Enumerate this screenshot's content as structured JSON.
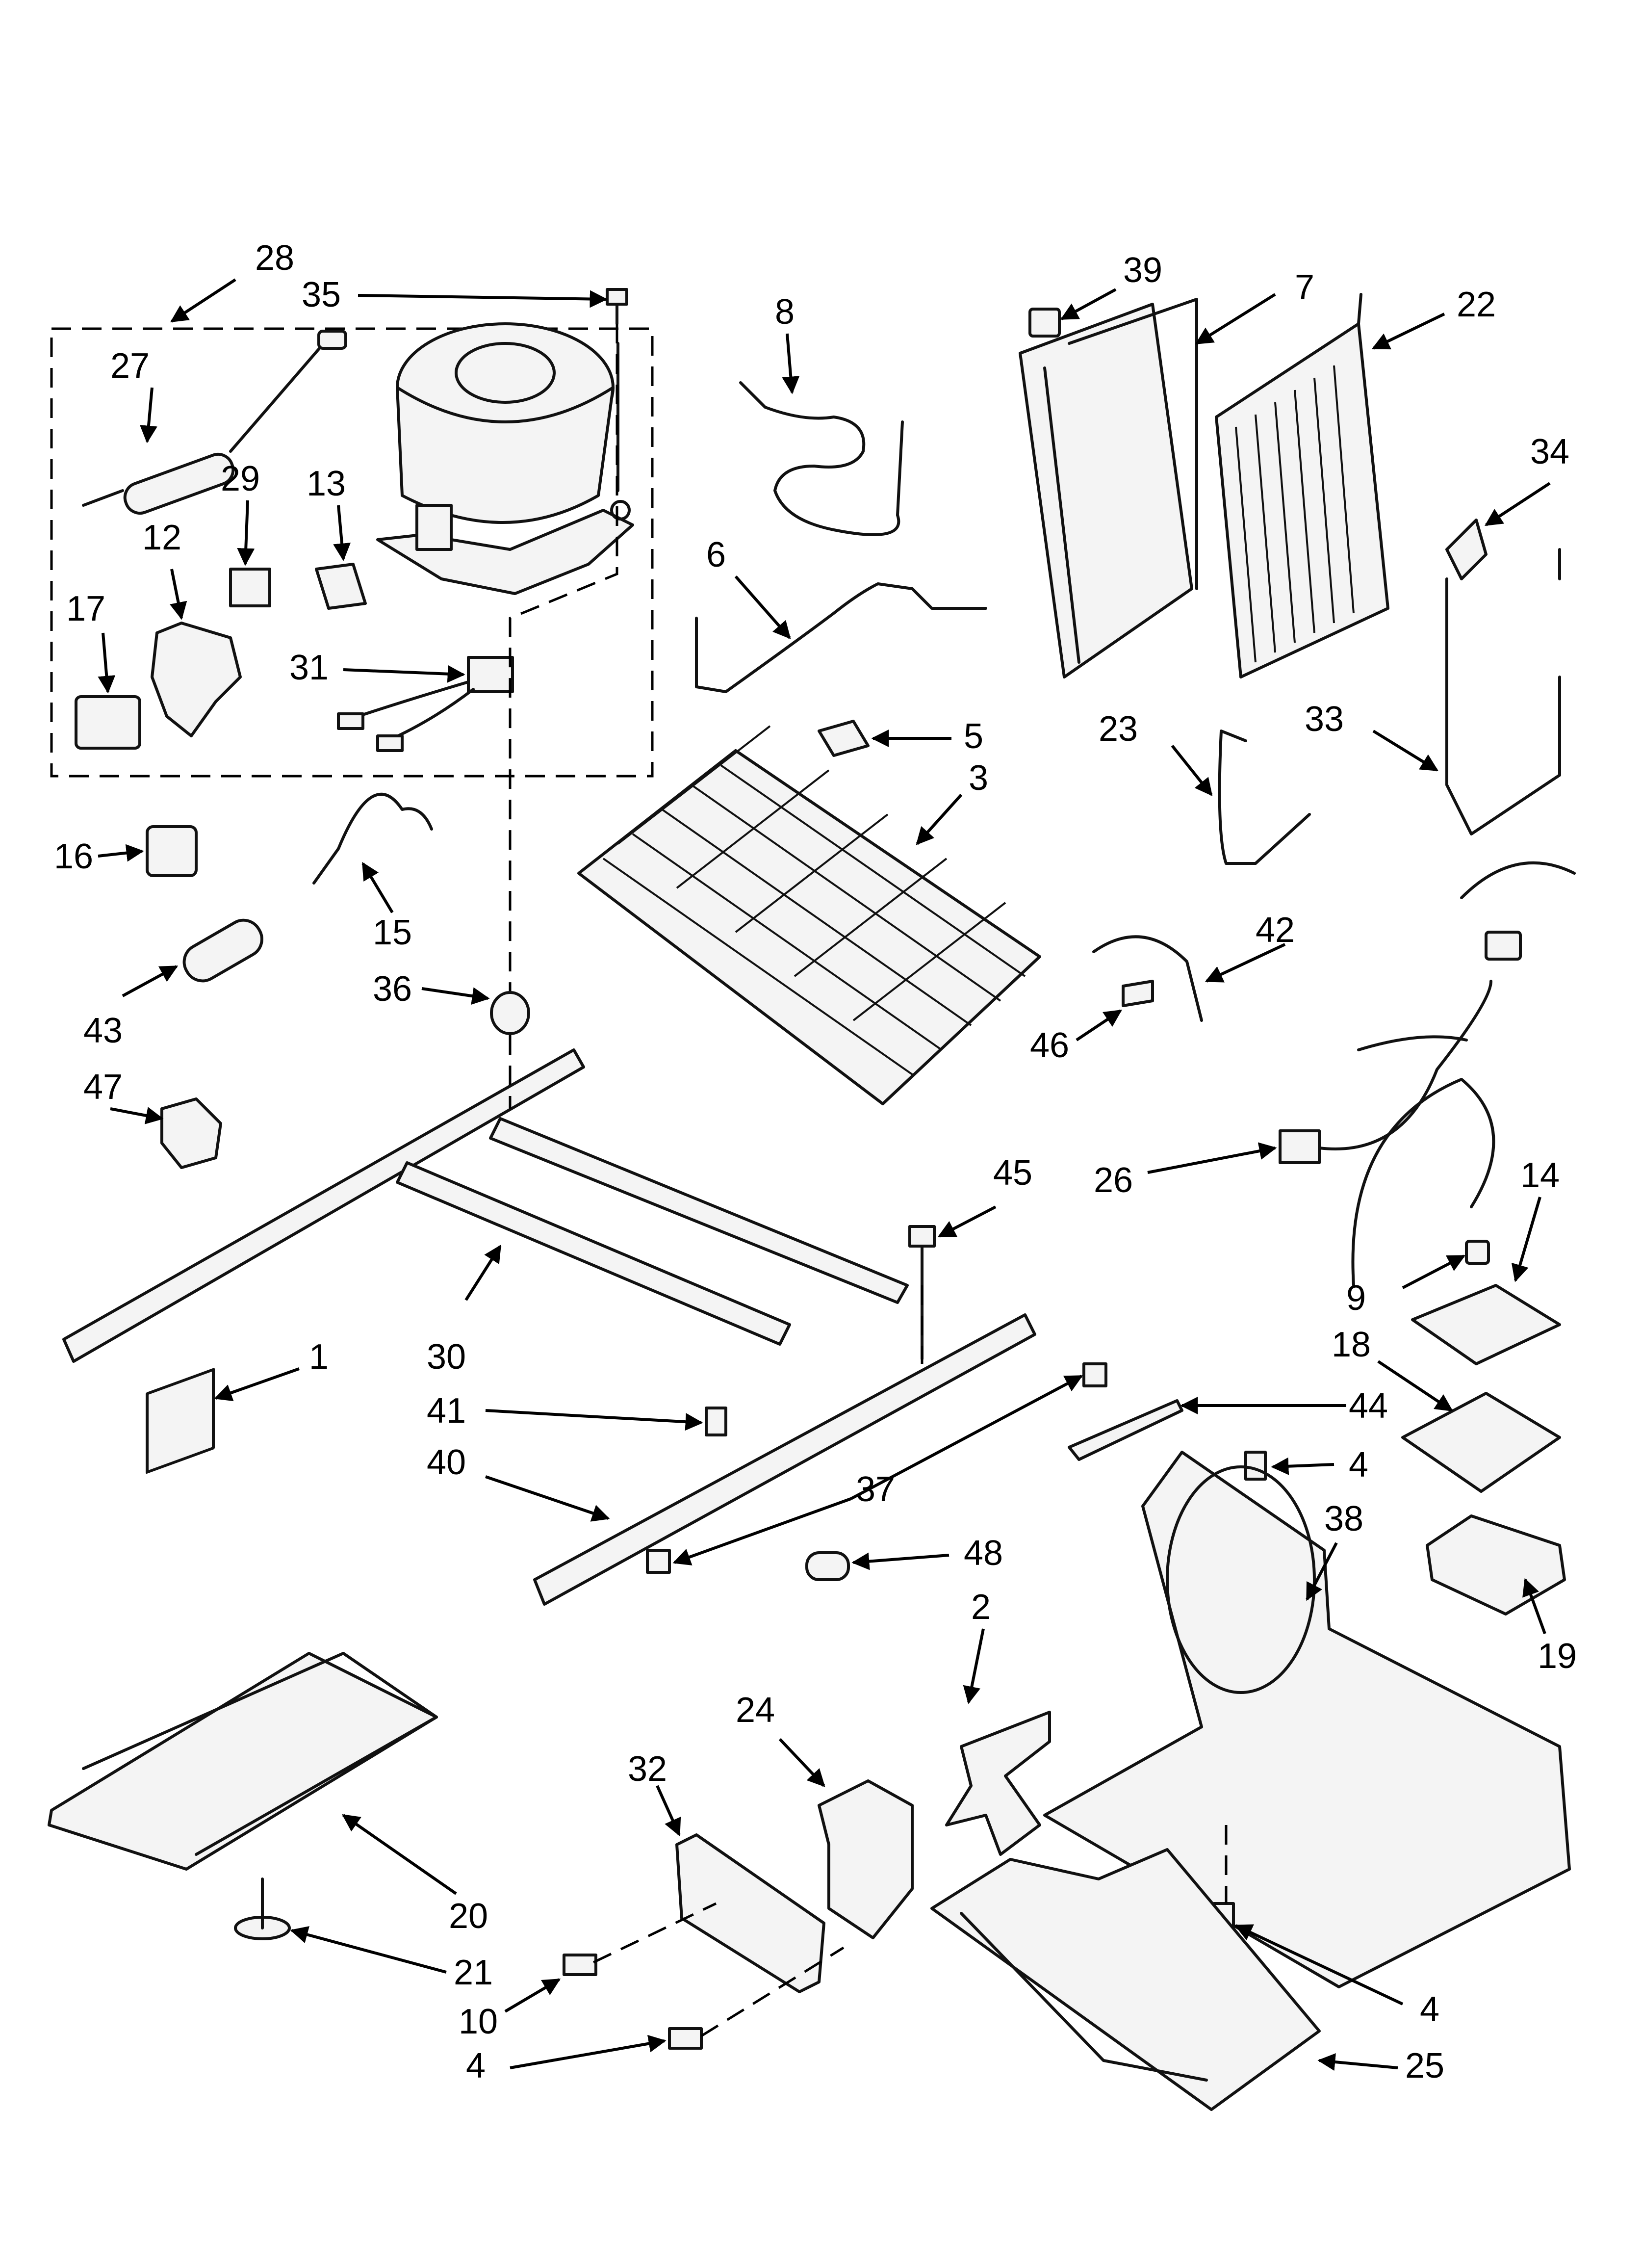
{
  "callouts": [
    {
      "id": "28",
      "text": "28"
    },
    {
      "id": "35",
      "text": "35"
    },
    {
      "id": "27",
      "text": "27"
    },
    {
      "id": "29",
      "text": "29"
    },
    {
      "id": "13",
      "text": "13"
    },
    {
      "id": "12",
      "text": "12"
    },
    {
      "id": "17",
      "text": "17"
    },
    {
      "id": "31",
      "text": "31"
    },
    {
      "id": "8",
      "text": "8"
    },
    {
      "id": "6",
      "text": "6"
    },
    {
      "id": "39",
      "text": "39"
    },
    {
      "id": "7",
      "text": "7"
    },
    {
      "id": "22",
      "text": "22"
    },
    {
      "id": "34",
      "text": "34"
    },
    {
      "id": "23",
      "text": "23"
    },
    {
      "id": "33",
      "text": "33"
    },
    {
      "id": "5",
      "text": "5"
    },
    {
      "id": "3",
      "text": "3"
    },
    {
      "id": "16",
      "text": "16"
    },
    {
      "id": "15",
      "text": "15"
    },
    {
      "id": "43",
      "text": "43"
    },
    {
      "id": "36",
      "text": "36"
    },
    {
      "id": "47",
      "text": "47"
    },
    {
      "id": "42",
      "text": "42"
    },
    {
      "id": "46",
      "text": "46"
    },
    {
      "id": "26",
      "text": "26"
    },
    {
      "id": "14",
      "text": "14"
    },
    {
      "id": "45",
      "text": "45"
    },
    {
      "id": "9",
      "text": "9"
    },
    {
      "id": "18",
      "text": "18"
    },
    {
      "id": "30",
      "text": "30"
    },
    {
      "id": "1",
      "text": "1"
    },
    {
      "id": "41",
      "text": "41"
    },
    {
      "id": "44",
      "text": "44"
    },
    {
      "id": "4a",
      "text": "4"
    },
    {
      "id": "40",
      "text": "40"
    },
    {
      "id": "37",
      "text": "37"
    },
    {
      "id": "38",
      "text": "38"
    },
    {
      "id": "48",
      "text": "48"
    },
    {
      "id": "19",
      "text": "19"
    },
    {
      "id": "2",
      "text": "2"
    },
    {
      "id": "24",
      "text": "24"
    },
    {
      "id": "32",
      "text": "32"
    },
    {
      "id": "20",
      "text": "20"
    },
    {
      "id": "21",
      "text": "21"
    },
    {
      "id": "4b",
      "text": "4"
    },
    {
      "id": "10",
      "text": "10"
    },
    {
      "id": "4c",
      "text": "4"
    },
    {
      "id": "25",
      "text": "25"
    }
  ]
}
